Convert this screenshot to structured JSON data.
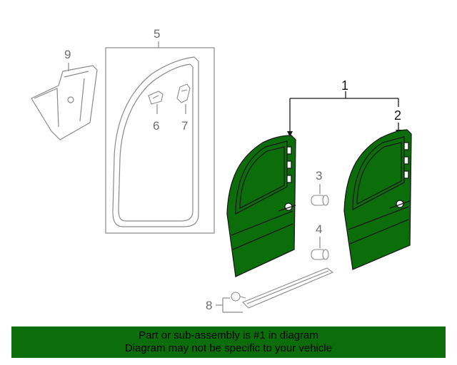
{
  "callouts": {
    "c1": "1",
    "c2": "2",
    "c3": "3",
    "c4": "4",
    "c5": "5",
    "c6": "6",
    "c7": "7",
    "c8": "8",
    "c9": "9"
  },
  "footer": {
    "line1": "Part or sub-assembly is #1 in diagram",
    "line2": "Diagram may not be specific to your vehicle"
  },
  "colors": {
    "door_fill": "#0b6e0b",
    "banner_bg": "#0b6e0b",
    "line_gray": "#8a8a8a",
    "outline_dark": "#1a1a1a"
  }
}
